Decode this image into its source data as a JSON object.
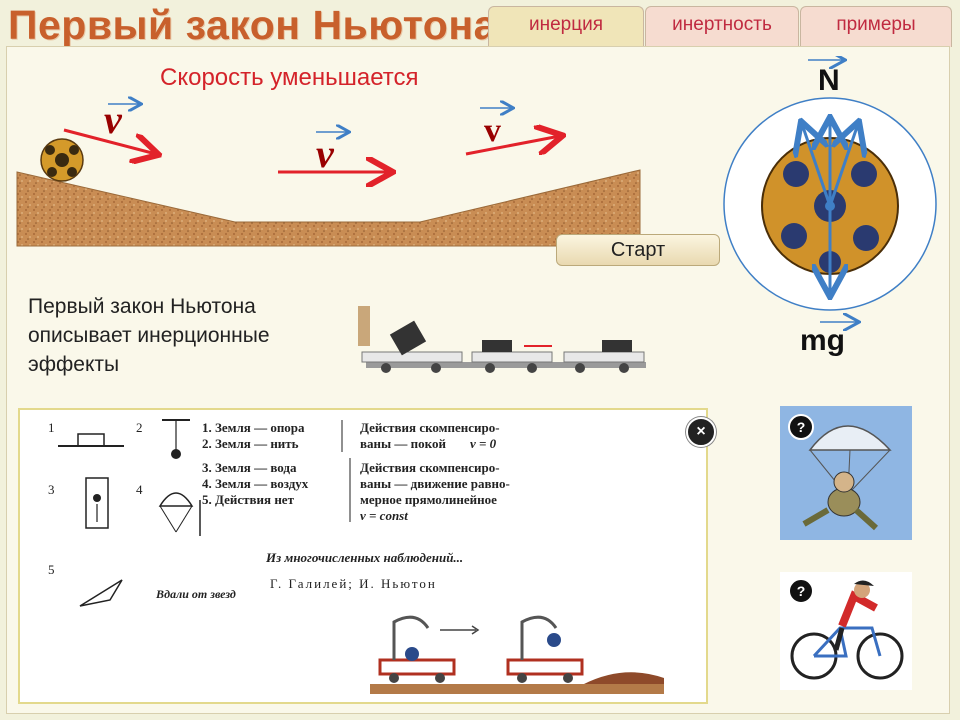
{
  "page": {
    "title": "Первый закон Ньютона"
  },
  "tabs": [
    {
      "label": "инерция"
    },
    {
      "label": "инертность"
    },
    {
      "label": "примеры"
    }
  ],
  "animation": {
    "caption": "Скорость уменьшается",
    "velocity_symbol": "v",
    "start_button": "Старт"
  },
  "forces": {
    "normal": "N",
    "gravity": "mg"
  },
  "description": "Первый закон Ньютона описывает инерционные эффекты",
  "panel": {
    "close_symbol": "×",
    "figure_numbers": [
      "1",
      "2",
      "3",
      "4",
      "5"
    ],
    "star_caption": "Вдали от звезд",
    "cases": [
      "1. Земля — опора",
      "2. Земля — нить",
      "3. Земля — вода",
      "4. Земля — воздух",
      "5. Действия нет"
    ],
    "result1_lines": [
      "Действия скомпенсиро-",
      "ваны — покой",
      "v = 0"
    ],
    "result2_lines": [
      "Действия скомпенсиро-",
      "ваны — движение равно-",
      "мерное прямолинейное",
      "v = const"
    ],
    "observations": "Из многочисленных наблюдений...",
    "authors": "Г. Галилей; И. Ньютон"
  },
  "examples": {
    "help_symbol": "?"
  },
  "colors": {
    "title": "#c8602c",
    "tab_text": "#c02a40",
    "caption": "#d4232a",
    "arrow": "#e2222a",
    "ground": "#c98d54"
  }
}
